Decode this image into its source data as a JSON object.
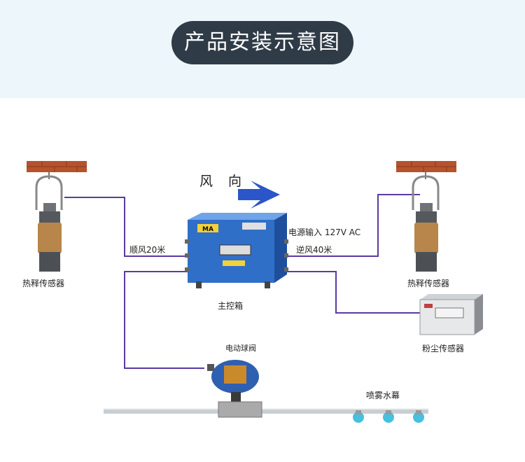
{
  "title": "产品安装示意图",
  "wind": {
    "label": "风 向"
  },
  "labels": {
    "left_sensor": "热释传感器",
    "right_sensor": "热释传感器",
    "control_box": "主控箱",
    "power_input": "电源输入 127V AC",
    "downwind": "顺风20米",
    "upwind": "逆风40米",
    "valve": "电动球阀",
    "dust_sensor": "粉尘传感器",
    "water_curtain": "喷雾水幕",
    "box_badge": "MA"
  },
  "colors": {
    "header_bg": "#edf6fb",
    "pill_bg": "#2f3b47",
    "wire": "#5b3aa0",
    "box_blue": "#2f6fc8",
    "brick": "#b5532e",
    "arrow": "#2b56c9",
    "spray": "#46c0e0"
  }
}
